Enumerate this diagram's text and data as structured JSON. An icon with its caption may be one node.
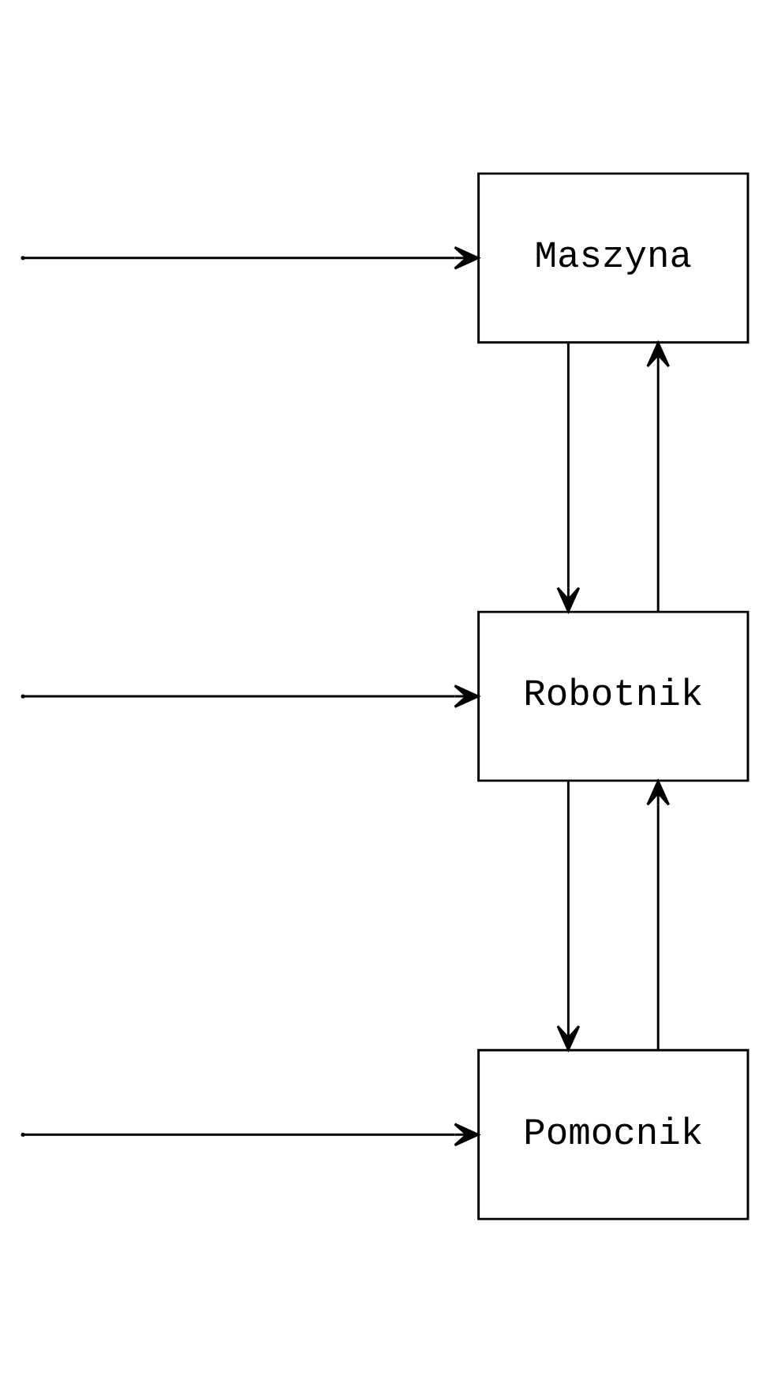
{
  "diagram": {
    "nodes": [
      {
        "text": [
          "Maszyna"
        ]
      },
      {
        "text": [
          "Robotnik"
        ]
      },
      {
        "text": [
          "Pomocnik"
        ]
      }
    ],
    "edges": [
      {
        "from": null,
        "to": 0,
        "arrow": "to"
      },
      {
        "from": 0,
        "to": 1,
        "arrow": "to"
      },
      {
        "from": 1,
        "to": 0,
        "arrow": "to"
      },
      {
        "from": null,
        "to": 1,
        "arrow": "to"
      },
      {
        "from": 1,
        "to": 2,
        "arrow": "to"
      },
      {
        "from": 2,
        "to": 1,
        "arrow": "to"
      },
      {
        "from": null,
        "to": 2,
        "arrow": "to"
      }
    ]
  }
}
